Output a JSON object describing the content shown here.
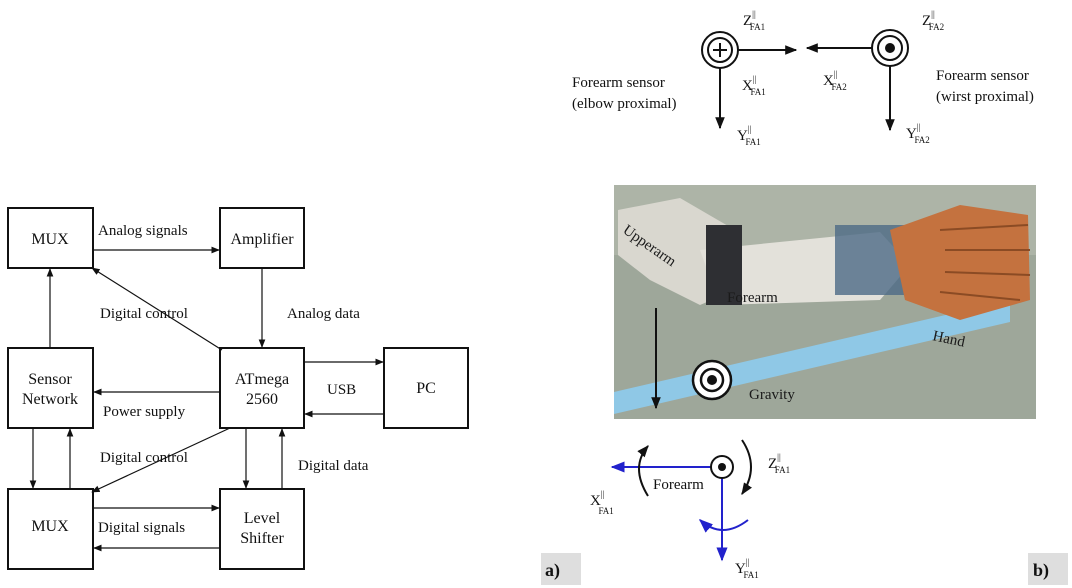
{
  "block_diagram": {
    "blocks": {
      "mux_top": "MUX",
      "amplifier": "Amplifier",
      "sensor_network": [
        "Sensor",
        "Network"
      ],
      "atmega": [
        "ATmega",
        "2560"
      ],
      "pc": "PC",
      "mux_bottom": "MUX",
      "level_shifter": [
        "Level",
        "Shifter"
      ]
    },
    "edges": {
      "analog_signals": "Analog signals",
      "digital_control_top": "Digital control",
      "analog_data": "Analog data",
      "power_supply": "Power supply",
      "usb": "USB",
      "digital_control_bottom": "Digital control",
      "digital_data": "Digital data",
      "digital_signals": "Digital signals"
    },
    "panel_tag": "a)"
  },
  "sensor_diagram": {
    "sensor1": {
      "caption": [
        "Forearm sensor",
        "(elbow proximal)"
      ],
      "z": {
        "base": "Z",
        "sup": "||",
        "sub": "FA1"
      },
      "x": {
        "base": "X",
        "sup": "||",
        "sub": "FA1"
      },
      "y": {
        "base": "Y",
        "sup": "||",
        "sub": "FA1"
      }
    },
    "sensor2": {
      "caption": [
        "Forearm sensor",
        "(wirst proximal)"
      ],
      "z": {
        "base": "Z",
        "sup": "||",
        "sub": "FA2"
      },
      "x": {
        "base": "X",
        "sup": "||",
        "sub": "FA2"
      },
      "y": {
        "base": "Y",
        "sup": "||",
        "sub": "FA2"
      }
    },
    "photo_labels": {
      "upperarm": "Upperarm",
      "forearm": "Forearm",
      "hand": "Hand",
      "gravity": "Gravity"
    },
    "bottom_frame": {
      "forearm": "Forearm",
      "x": {
        "base": "X",
        "sup": "||",
        "sub": "FA1"
      },
      "y": {
        "base": "Y",
        "sup": "||",
        "sub": "FA1"
      },
      "z": {
        "base": "Z",
        "sup": "||",
        "sub": "FA1"
      }
    },
    "panel_tag": "b)",
    "colors": {
      "axis_blue": "#2222cc",
      "photo_bg": "#9ea79a",
      "ruler": "#8fc8e6"
    }
  }
}
